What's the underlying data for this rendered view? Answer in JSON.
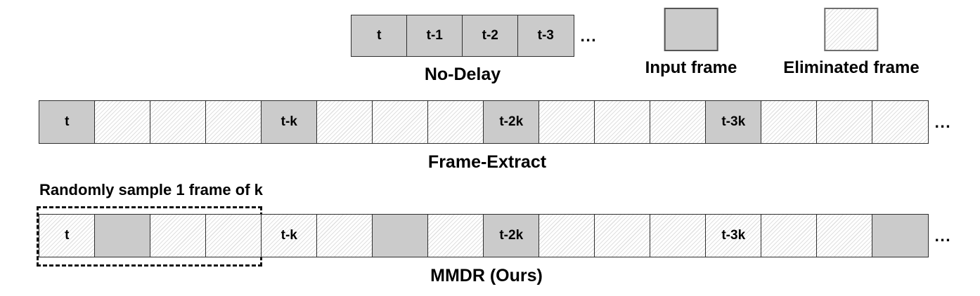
{
  "diagram": {
    "ellipsis": "...",
    "colors": {
      "input_fill": "#cbcbcb",
      "hatch_line": "#e0e0e0",
      "hatch_background": "#ffffff",
      "box_border": "#2f2f2f",
      "text": "#000000"
    },
    "legend": {
      "input": {
        "label": "Input frame"
      },
      "eliminated": {
        "label": "Eliminated frame"
      }
    },
    "rows": [
      {
        "title": "No-Delay",
        "frames": [
          {
            "label": "t",
            "type": "input"
          },
          {
            "label": "t-1",
            "type": "input"
          },
          {
            "label": "t-2",
            "type": "input"
          },
          {
            "label": "t-3",
            "type": "input"
          }
        ]
      },
      {
        "title": "Frame-Extract",
        "frames": [
          {
            "label": "t",
            "type": "input"
          },
          {
            "type": "eliminated"
          },
          {
            "type": "eliminated"
          },
          {
            "type": "eliminated"
          },
          {
            "label": "t-k",
            "type": "input"
          },
          {
            "type": "eliminated"
          },
          {
            "type": "eliminated"
          },
          {
            "type": "eliminated"
          },
          {
            "label": "t-2k",
            "type": "input"
          },
          {
            "type": "eliminated"
          },
          {
            "type": "eliminated"
          },
          {
            "type": "eliminated"
          },
          {
            "label": "t-3k",
            "type": "input"
          },
          {
            "type": "eliminated"
          },
          {
            "type": "eliminated"
          },
          {
            "type": "eliminated"
          }
        ]
      },
      {
        "title": "MMDR (Ours)",
        "annotation": "Randomly sample 1 frame of k",
        "frames": [
          {
            "label": "t",
            "type": "eliminated"
          },
          {
            "type": "input"
          },
          {
            "type": "eliminated"
          },
          {
            "type": "eliminated"
          },
          {
            "label": "t-k",
            "type": "eliminated"
          },
          {
            "type": "eliminated"
          },
          {
            "type": "input"
          },
          {
            "type": "eliminated"
          },
          {
            "label": "t-2k",
            "type": "input"
          },
          {
            "type": "eliminated"
          },
          {
            "type": "eliminated"
          },
          {
            "type": "eliminated"
          },
          {
            "label": "t-3k",
            "type": "eliminated"
          },
          {
            "type": "eliminated"
          },
          {
            "type": "eliminated"
          },
          {
            "type": "input"
          }
        ]
      }
    ]
  }
}
